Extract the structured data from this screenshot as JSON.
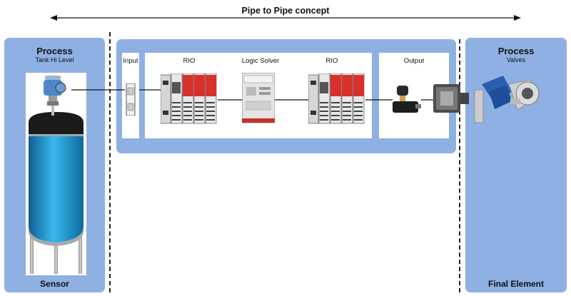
{
  "header": {
    "concept_label": "Pipe to Pipe concept"
  },
  "sensor_panel": {
    "title": "Process",
    "subtitle": "Tank Hi Level",
    "footer": "Sensor"
  },
  "final_panel": {
    "title": "Process",
    "subtitle": "Valves",
    "footer": "Final Element"
  },
  "logic_panel": {
    "input_label": "Input",
    "rio_left_label": "RIO",
    "logic_solver_label": "Logic Solver",
    "rio_right_label": "RIO",
    "output_label": "Output"
  },
  "colors": {
    "panel": "#8eb0e3",
    "tank_body": "#1a9ad6",
    "valve": "#2a5fb0"
  },
  "icons": [
    "level-sensor-icon",
    "tank-icon",
    "input-module-icon",
    "rio-module-icon",
    "logic-solver-icon",
    "solenoid-icon",
    "actuator-icon",
    "valve-icon"
  ]
}
